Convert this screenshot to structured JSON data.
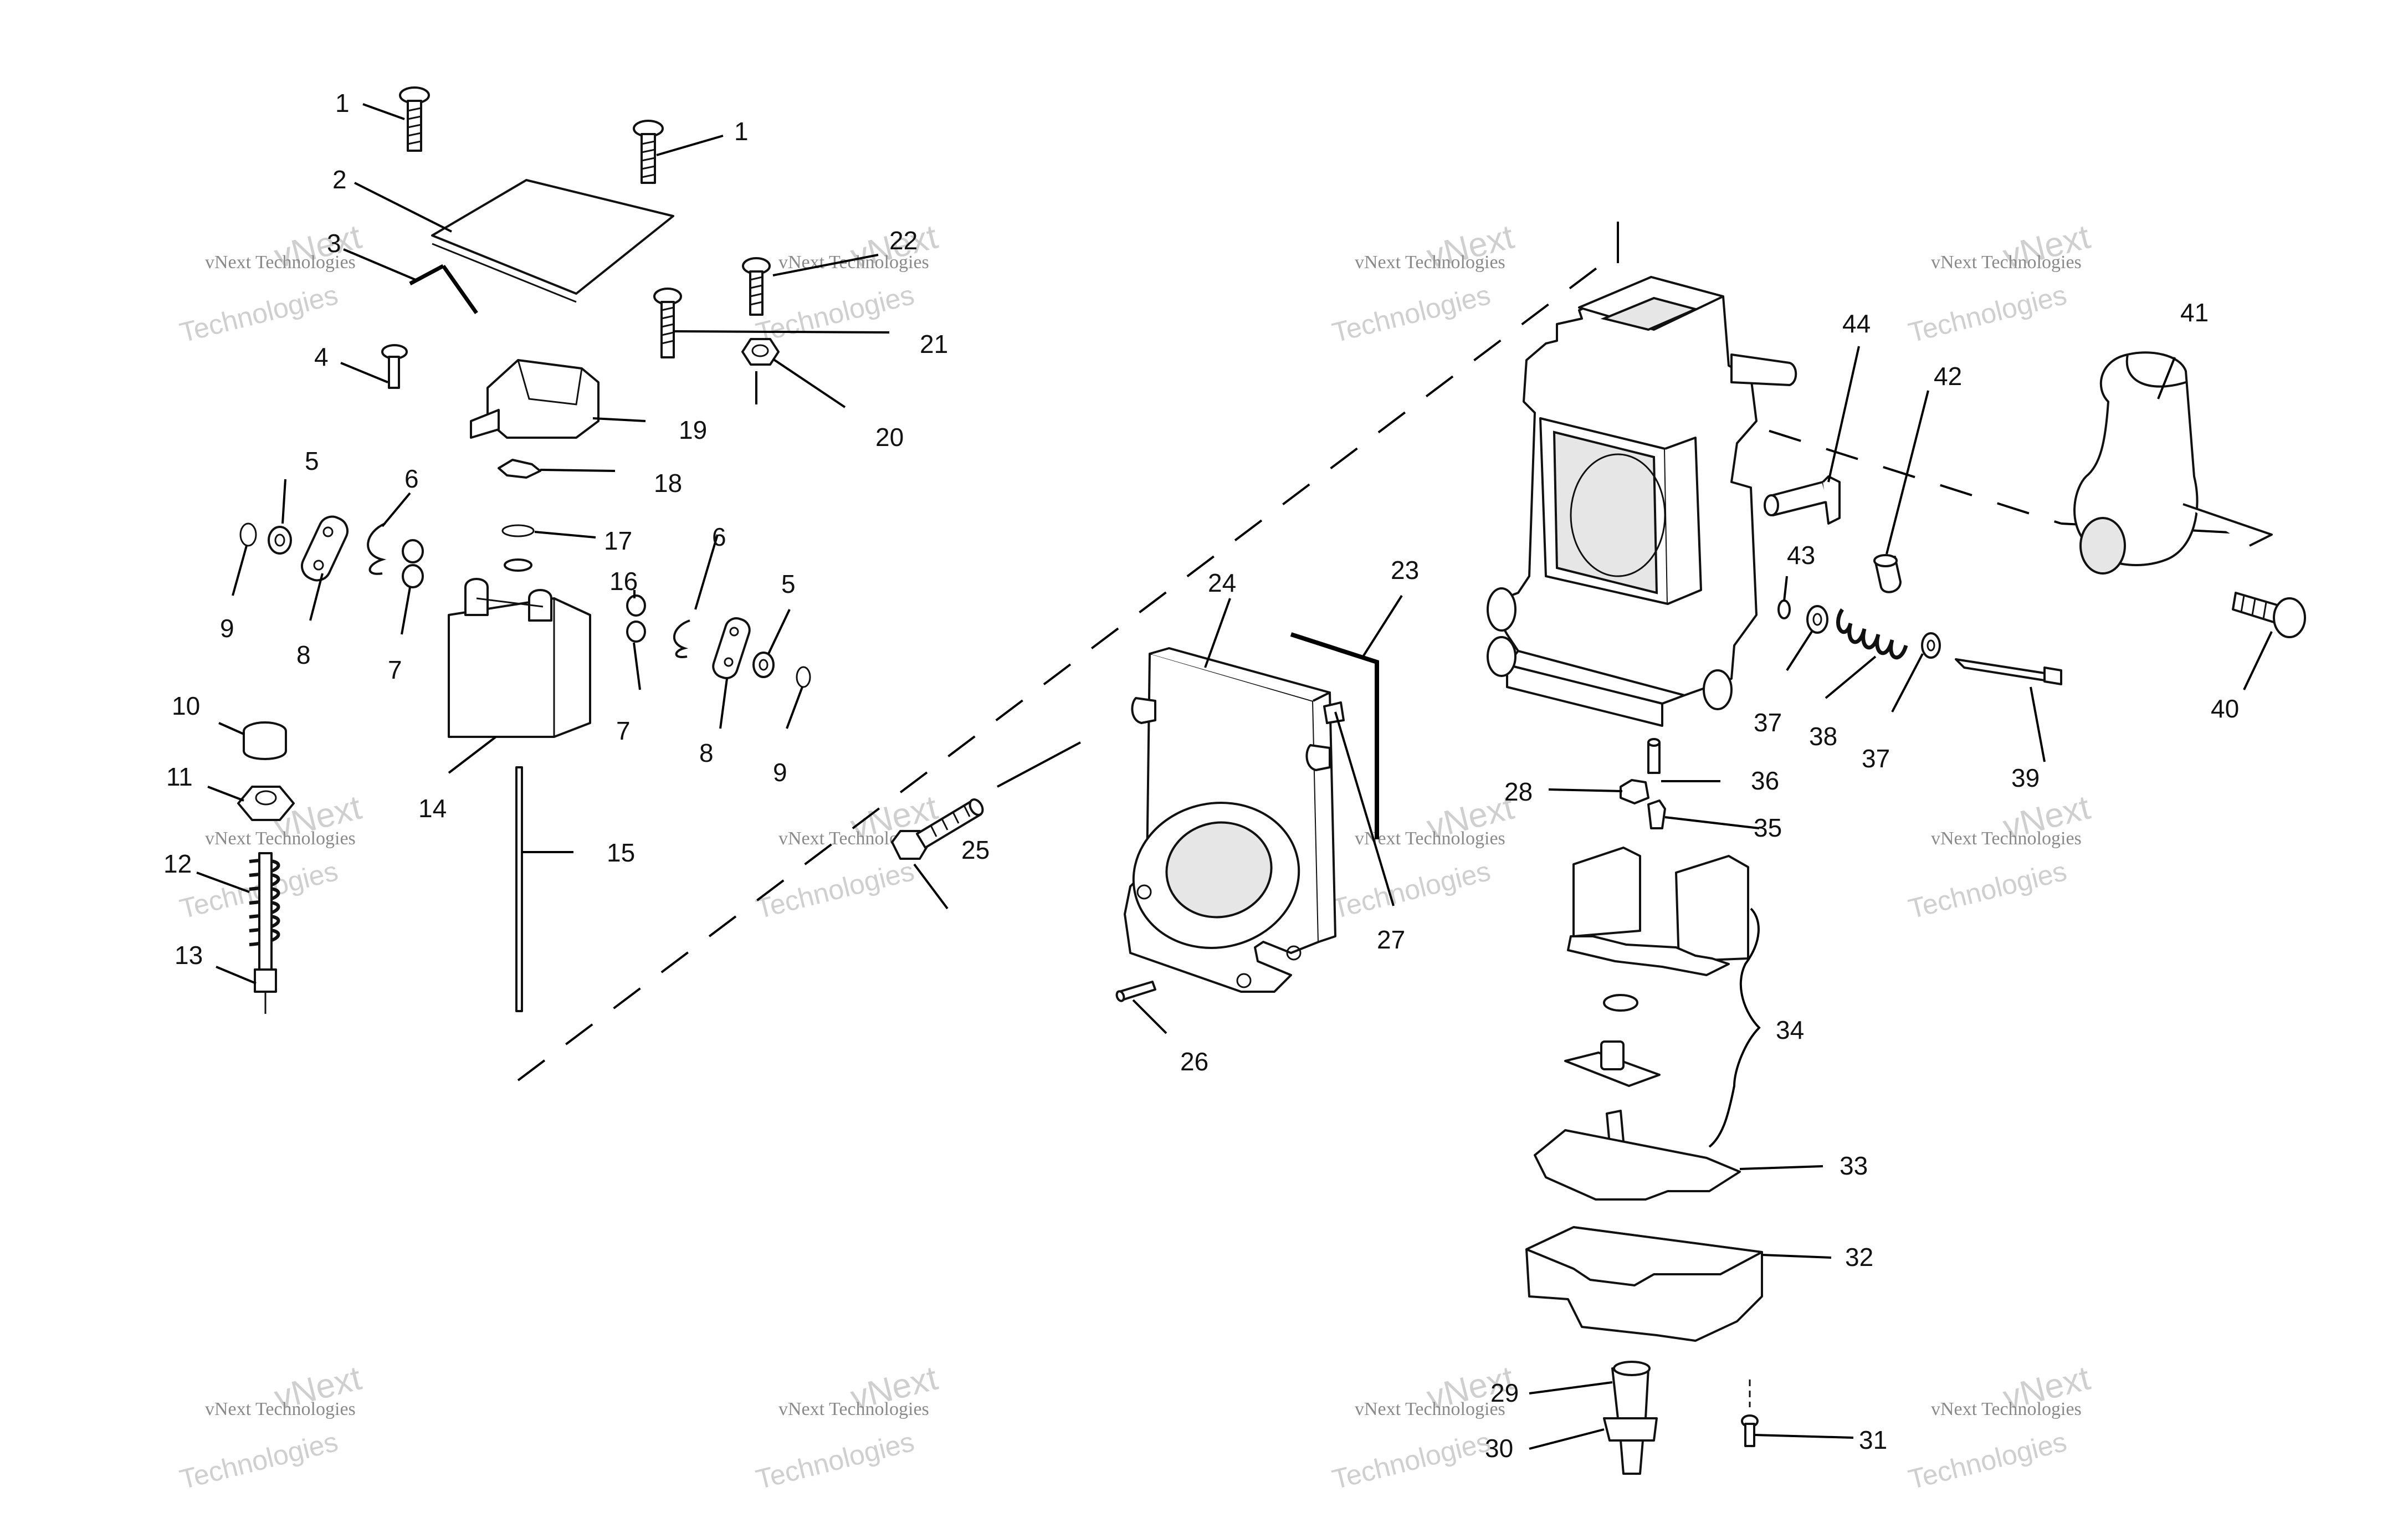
{
  "diagram": {
    "callouts": {
      "c1a": "1",
      "c1b": "1",
      "c2": "2",
      "c3": "3",
      "c4": "4",
      "c5a": "5",
      "c5b": "5",
      "c6a": "6",
      "c6b": "6",
      "c7a": "7",
      "c7b": "7",
      "c8a": "8",
      "c8b": "8",
      "c9a": "9",
      "c9b": "9",
      "c10": "10",
      "c11": "11",
      "c12": "12",
      "c13": "13",
      "c14": "14",
      "c15": "15",
      "c16": "16",
      "c17": "17",
      "c18": "18",
      "c19": "19",
      "c20": "20",
      "c21": "21",
      "c22": "22",
      "c23": "23",
      "c24": "24",
      "c25": "25",
      "c26": "26",
      "c27": "27",
      "c28": "28",
      "c29": "29",
      "c30": "30",
      "c31": "31",
      "c32": "32",
      "c33": "33",
      "c34": "34",
      "c35": "35",
      "c36": "36",
      "c37a": "37",
      "c37b": "37",
      "c38": "38",
      "c39": "39",
      "c40": "40",
      "c41": "41",
      "c42": "42",
      "c43": "43",
      "c44": "44"
    },
    "watermark": {
      "line1": "vNext",
      "line2": "vNext Technologies",
      "line3": "Technologies"
    }
  }
}
